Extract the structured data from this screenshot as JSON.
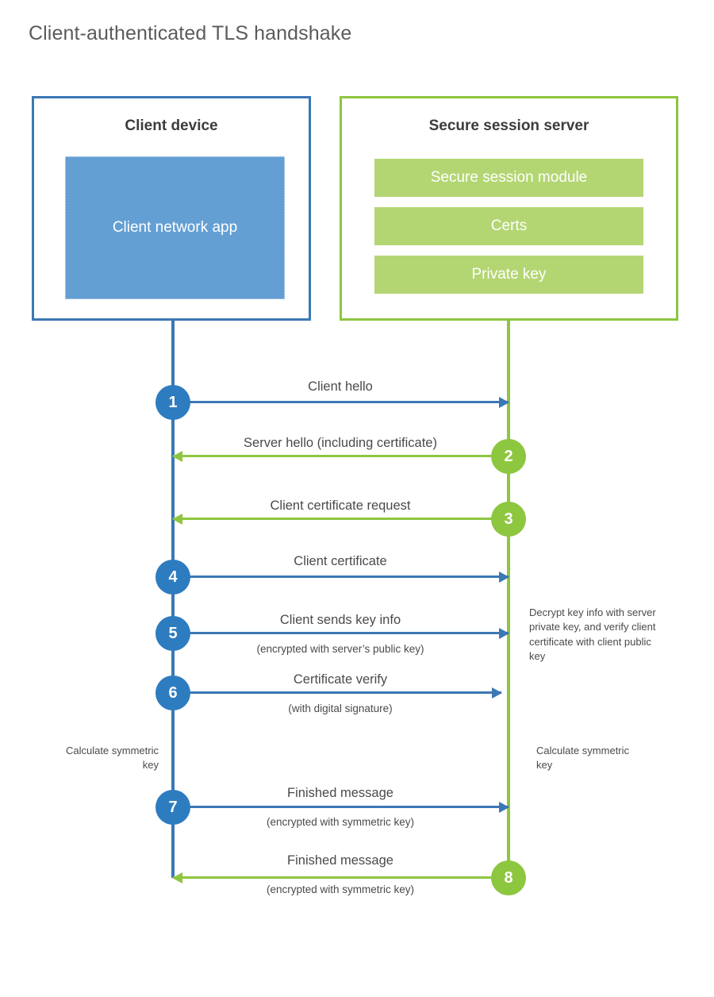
{
  "title": "Client-authenticated TLS handshake",
  "colors": {
    "client_blue": "#3c78b4",
    "client_circle_blue": "#2e7cc0",
    "client_app_fill": "#649fd4",
    "server_green": "#8dc63f",
    "server_bar_fill": "#b3d673",
    "text_gray": "#4a4a4a",
    "title_gray": "#5a5b5d"
  },
  "client": {
    "title": "Client device",
    "app_label": "Client network app"
  },
  "server": {
    "title": "Secure session server",
    "bars": [
      {
        "label": "Secure session module"
      },
      {
        "label": "Certs"
      },
      {
        "label": "Private key"
      }
    ]
  },
  "steps": [
    {
      "number": "1",
      "label": "Client hello",
      "sublabel": "",
      "direction": "client-to-server",
      "color": "blue"
    },
    {
      "number": "2",
      "label": "Server hello (including certificate)",
      "sublabel": "",
      "direction": "server-to-client",
      "color": "green"
    },
    {
      "number": "3",
      "label": "Client certificate request",
      "sublabel": "",
      "direction": "server-to-client",
      "color": "green"
    },
    {
      "number": "4",
      "label": "Client certificate",
      "sublabel": "",
      "direction": "client-to-server",
      "color": "blue"
    },
    {
      "number": "5",
      "label": "Client sends key info",
      "sublabel": "(encrypted with server’s public key)",
      "direction": "client-to-server",
      "color": "blue"
    },
    {
      "number": "6",
      "label": "Certificate verify",
      "sublabel": "(with digital signature)",
      "direction": "client-to-server",
      "color": "blue"
    },
    {
      "number": "7",
      "label": "Finished message",
      "sublabel": "(encrypted with symmetric key)",
      "direction": "client-to-server",
      "color": "blue"
    },
    {
      "number": "8",
      "label": "Finished message",
      "sublabel": "(encrypted with symmetric key)",
      "direction": "server-to-client",
      "color": "green"
    }
  ],
  "notes": {
    "server_decrypt": "Decrypt key info with server private key, and verify client certificate with client public key",
    "client_calculate": "Calculate symmetric key",
    "server_calculate": "Calculate symmetric key"
  }
}
